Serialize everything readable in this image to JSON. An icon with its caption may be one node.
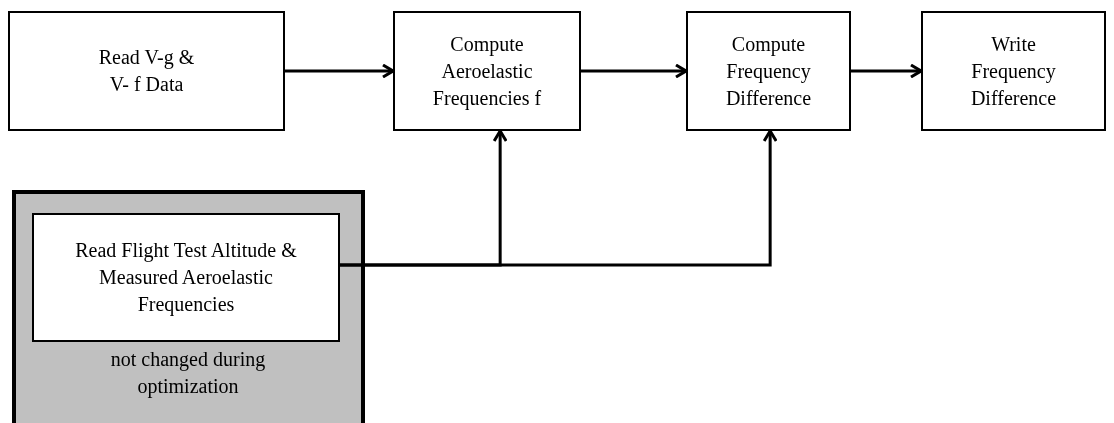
{
  "diagram": {
    "nodes": [
      {
        "text": [
          "Read V-g & V- f Data"
        ]
      },
      {
        "text": [
          "Compute Aeroelastic Frequencies f"
        ]
      },
      {
        "text": [
          "Compute Frequency Difference"
        ]
      },
      {
        "text": [
          "Write Frequency Difference"
        ]
      },
      {
        "text": [
          "not changed during optimization"
        ]
      },
      {
        "text": [
          "Read Flight Test Altitude & Measured Aeroelastic Frequencies"
        ],
        "in": 4
      }
    ],
    "edges": [
      {
        "from": 0,
        "to": 1,
        "arrow": "to"
      },
      {
        "from": 1,
        "to": 2,
        "arrow": "to"
      },
      {
        "from": 2,
        "to": 3,
        "arrow": "to"
      },
      {
        "from": 5,
        "to": 1,
        "arrow": "to"
      },
      {
        "from": 5,
        "to": 2,
        "arrow": "to"
      }
    ]
  }
}
